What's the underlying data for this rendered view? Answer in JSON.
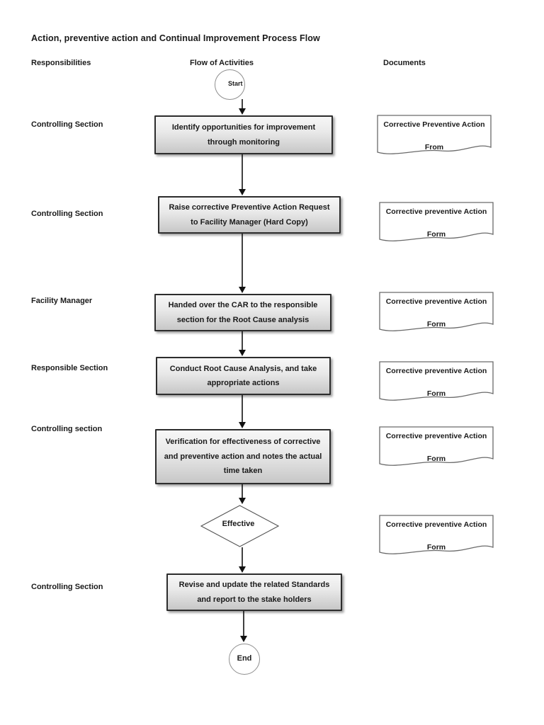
{
  "page": {
    "title": "Action, preventive action and Continual Improvement Process Flow"
  },
  "columns": {
    "responsibilities": "Responsibilities",
    "activities": "Flow of Activities",
    "documents": "Documents"
  },
  "flow": {
    "start_label": "Start",
    "end_label": "End",
    "decision_label": "Effective"
  },
  "responsibilities": [
    {
      "label": "Controlling Section"
    },
    {
      "label": "Controlling Section"
    },
    {
      "label": "Facility Manager"
    },
    {
      "label": "Responsible Section"
    },
    {
      "label": "Controlling section"
    },
    {
      "label": "Controlling Section"
    }
  ],
  "activities": [
    {
      "text": "Identify opportunities for improvement through monitoring"
    },
    {
      "text": "Raise corrective Preventive Action Request to Facility Manager (Hard Copy)"
    },
    {
      "text": "Handed over the CAR to the responsible section for the Root Cause analysis"
    },
    {
      "text": "Conduct Root Cause Analysis, and take appropriate actions"
    },
    {
      "text": "Verification for effectiveness of corrective and preventive action and notes the actual time taken"
    },
    {
      "text": "Revise and update the related Standards and report to the stake holders"
    }
  ],
  "documents": [
    {
      "line1": "Corrective Preventive Action",
      "line2": "From"
    },
    {
      "line1": "Corrective preventive Action",
      "line2": "Form"
    },
    {
      "line1": "Corrective preventive Action",
      "line2": "Form"
    },
    {
      "line1": "Corrective preventive Action",
      "line2": "Form"
    },
    {
      "line1": "Corrective preventive Action",
      "line2": "Form"
    },
    {
      "line1": "Corrective preventive Action",
      "line2": "Form"
    }
  ],
  "colors": {
    "box_border": "#2d2d2d",
    "box_fill_top": "#f7f7f7",
    "box_fill_bottom": "#c7c7c7",
    "line": "#111111",
    "text": "#1a1a1a"
  }
}
